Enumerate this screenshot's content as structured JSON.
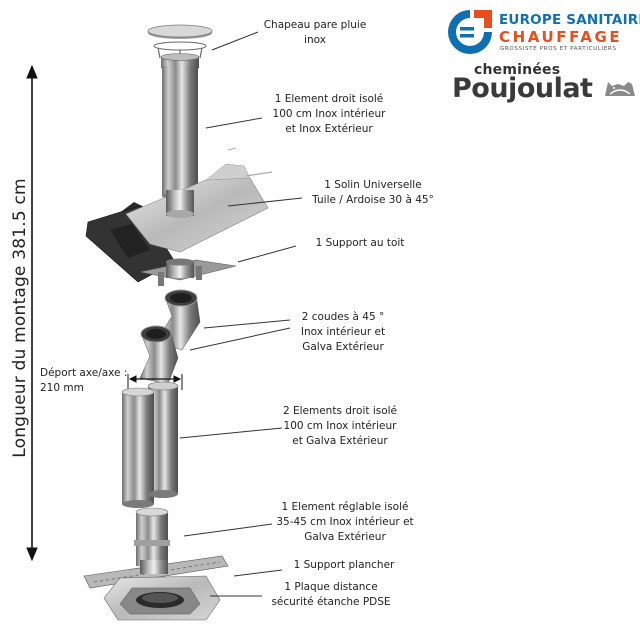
{
  "logo_europe": {
    "line1": "EUROPE SANITAIRE",
    "line2": "CHAUFFAGE",
    "line3": "GROSSISTE PROS ET PARTICULIERS",
    "blue": "#0e6fb3",
    "orange": "#e84e1b"
  },
  "logo_poujoulat": {
    "line1": "cheminées",
    "line2": "Poujoulat"
  },
  "vertical_label": "Longueur du montage  381.5 cm",
  "offset_label": [
    "Déport axe/axe :",
    "210 mm"
  ],
  "components": [
    {
      "id": "chapeau",
      "lines": [
        "Chapeau pare pluie",
        "inox"
      ]
    },
    {
      "id": "element-droit-1",
      "lines": [
        "1 Element droit isolé",
        "100 cm Inox intérieur",
        "et Inox Extérieur"
      ]
    },
    {
      "id": "solin",
      "lines": [
        "1 Solin Universelle",
        "Tuile / Ardoise 30 à 45°"
      ]
    },
    {
      "id": "support-toit",
      "lines": [
        "1 Support au toit"
      ]
    },
    {
      "id": "coudes",
      "lines": [
        "2 coudes à 45 °",
        "Inox intérieur et",
        "Galva Extérieur"
      ]
    },
    {
      "id": "elements-droits-2",
      "lines": [
        "2 Elements droit isolé",
        "100 cm Inox intérieur",
        "et Galva Extérieur"
      ]
    },
    {
      "id": "element-reglable",
      "lines": [
        "1 Element réglable isolé",
        "35-45 cm Inox intérieur et",
        "Galva Extérieur"
      ]
    },
    {
      "id": "support-plancher",
      "lines": [
        "1 Support plancher"
      ]
    },
    {
      "id": "plaque",
      "lines": [
        "1 Plaque distance",
        "sécurité étanche PDSE"
      ]
    }
  ]
}
